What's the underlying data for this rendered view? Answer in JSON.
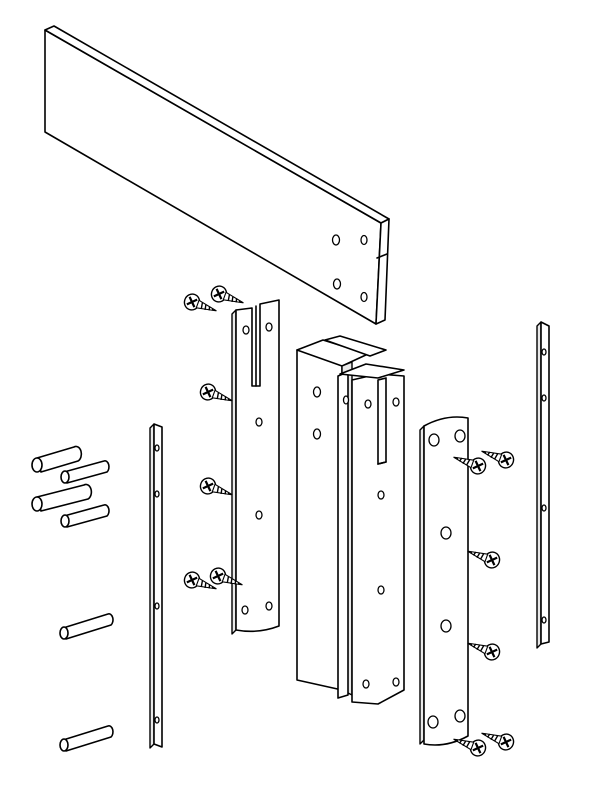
{
  "diagram": {
    "type": "exploded-assembly",
    "parts": [
      "long-board",
      "slotted-bracket-plate",
      "hinge-block",
      "wide-mounting-plate",
      "left-thin-strip",
      "right-thin-strip",
      "dowel-pins",
      "wood-screws"
    ]
  }
}
